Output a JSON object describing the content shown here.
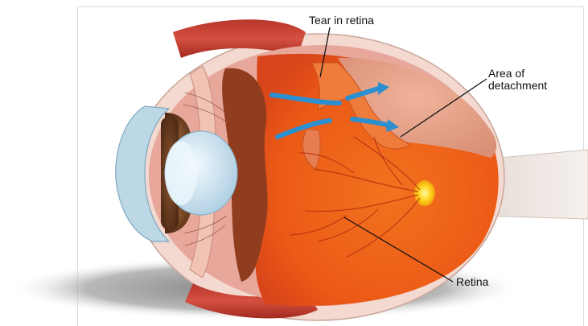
{
  "diagram": {
    "labels": {
      "tear": "Tear in retina",
      "area_line1": "Area of",
      "area_line2": "detachment",
      "retina": "Retina"
    },
    "colors": {
      "retina": "#f0601a",
      "detached_retina": "#e3a48a",
      "lens": "#cfe3ec",
      "cornea": "#b9d7e6",
      "iris": "#6b3b1e",
      "sclera_red": "#c8402f",
      "background_frame": "#d9d9d9",
      "arrows": "#2b8fd0",
      "optic_disc": "#ffd21a",
      "shadow": "#8a8a8a"
    }
  }
}
